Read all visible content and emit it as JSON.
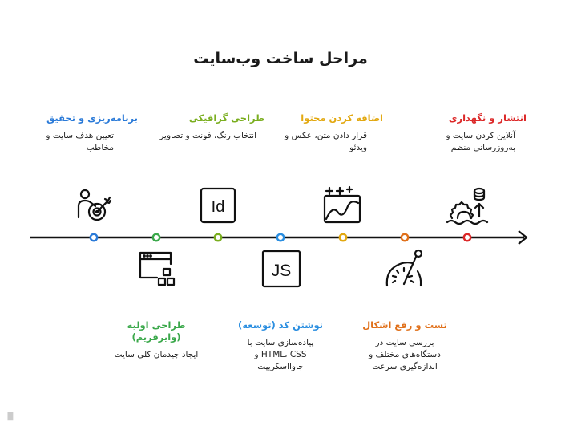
{
  "title": "مراحل ساخت وب‌سایت",
  "colors": {
    "line": "#111111",
    "blue": "#2a7ad8",
    "green": "#3aa84a",
    "lime": "#7aae1f",
    "blue2": "#2a8ee0",
    "yellow": "#e2a810",
    "orange": "#e0701a",
    "red": "#dc2828"
  },
  "steps": [
    {
      "id": "research",
      "heading": "برنامه‌ریزی و تحقیق",
      "desc": "تعیین هدف سایت و مخاطب",
      "color": "#2a7ad8",
      "icon": "target-person-icon"
    },
    {
      "id": "wireframe",
      "heading": "طراحی اولیه (وایرفریم)",
      "desc": "ایجاد چیدمان کلی سایت",
      "color": "#3aa84a",
      "icon": "wireframe-layout-icon"
    },
    {
      "id": "graphic",
      "heading": "طراحی گرافیکی",
      "desc": "انتخاب رنگ، فونت و تصاویر",
      "color": "#7aae1f",
      "icon": "indesign-id-icon",
      "icon_text": "Id"
    },
    {
      "id": "code",
      "heading": "نوشتن کد (توسعه)",
      "desc": "پیاده‌سازی سایت با HTML، CSS و جاوااسکریپت",
      "color": "#2a8ee0",
      "icon": "js-file-icon",
      "icon_text": "JS"
    },
    {
      "id": "content",
      "heading": "اضافه کردن محتوا",
      "desc": "قرار دادن متن، عکس و ویدئو",
      "color": "#e2a810",
      "icon": "image-sparkle-icon"
    },
    {
      "id": "test",
      "heading": "تست و رفع اشکال",
      "desc": "بررسی سایت در دستگاه‌های مختلف و اندازه‌گیری سرعت",
      "color": "#e0701a",
      "icon": "speedometer-icon"
    },
    {
      "id": "publish",
      "heading": "انتشار و نگهداری",
      "desc": "آنلاین کردن سایت و به‌روزرسانی منظم",
      "color": "#dc2828",
      "icon": "server-gear-icon"
    }
  ]
}
